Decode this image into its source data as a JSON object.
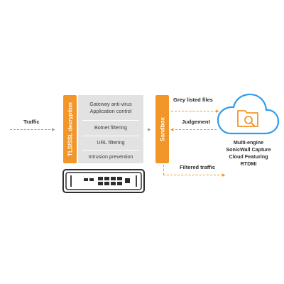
{
  "traffic_label": "Traffic",
  "decryption_label": "TLS/SSL decryption",
  "filters": {
    "row1_line1": "Gateway anti-virus",
    "row1_line2": "Application control",
    "row2": "Botnet filtering",
    "row3": "URL filtering",
    "row4": "Intrusion prevention"
  },
  "sandbox_label": "Sandbox",
  "connections": {
    "grey_listed": "Grey listed files",
    "judgement": "Judgement",
    "filtered": "Filtered traffic"
  },
  "cloud": {
    "line1": "Multi-engine",
    "line2": "SonicWall Capture",
    "line3": "Cloud Featuring",
    "line4": "RTDMI",
    "icon": "folder-search-icon"
  },
  "colors": {
    "accent_orange": "#f2962a",
    "cloud_blue": "#2f9ee8",
    "panel_grey": "#e2e2e2",
    "device_dark": "#2d2d2d"
  }
}
